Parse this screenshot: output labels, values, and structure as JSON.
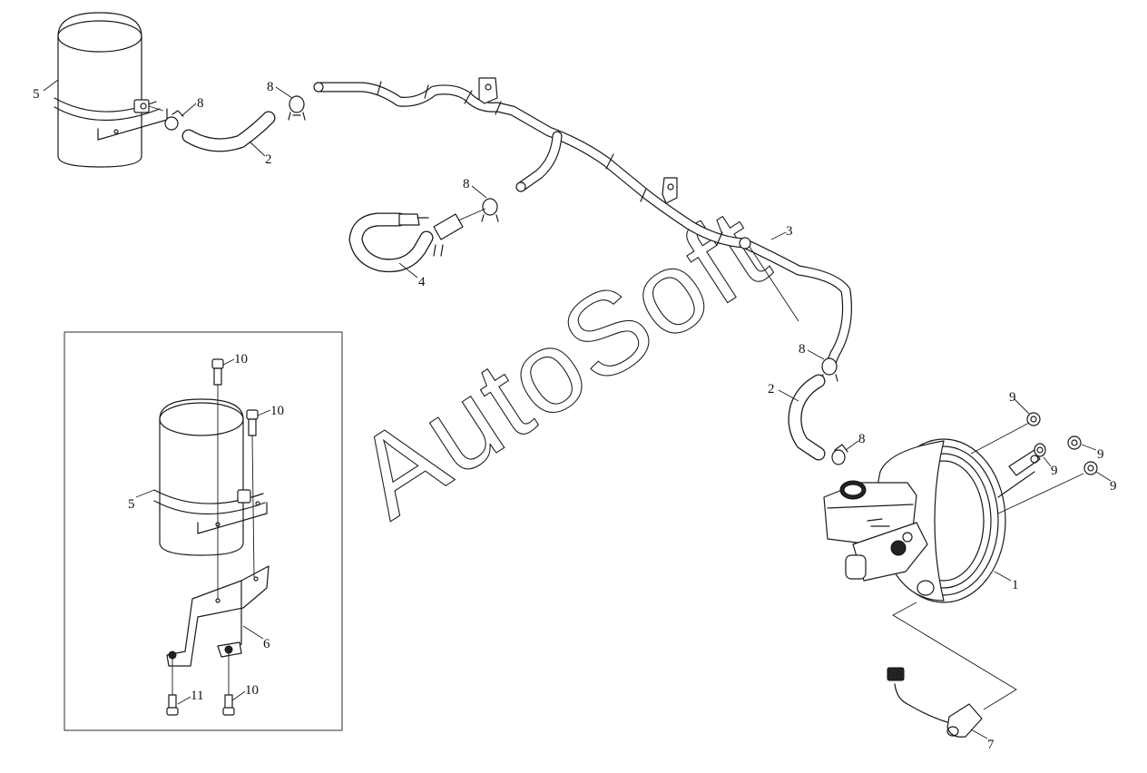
{
  "watermark": "AutoSoft",
  "callouts": {
    "c1": "1",
    "c2a": "2",
    "c2b": "2",
    "c3": "3",
    "c4": "4",
    "c5a": "5",
    "c5b": "5",
    "c6": "6",
    "c7": "7",
    "c8a": "8",
    "c8b": "8",
    "c8c": "8",
    "c8d": "8",
    "c8e": "8",
    "c9a": "9",
    "c9b": "9",
    "c9c": "9",
    "c9d": "9",
    "c10a": "10",
    "c10b": "10",
    "c10c": "10",
    "c11": "11"
  }
}
